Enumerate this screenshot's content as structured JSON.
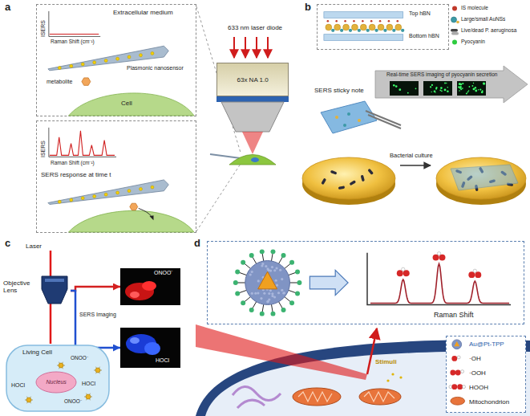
{
  "diagram": {
    "nodes": [
      {
        "text": [
          "ISERS",
          "Raman Shift (cm⁻¹)",
          "Extracellular medium",
          "Plasmonic nanosensor",
          "metabolite",
          "Cell"
        ]
      },
      {
        "text": [
          "ISERS",
          "Raman Shift (cm⁻¹)",
          "SERS response at time t"
        ]
      },
      {
        "text": [
          "63x NA 1.0"
        ]
      },
      {
        "text": [
          "Top hBN",
          "Bottom hBN"
        ]
      },
      {
        "text": [
          "Real-time SERS imaging of pyocyanin secretion"
        ]
      },
      {
        "text": [
          "Objective Lens"
        ]
      },
      {
        "text": [
          "ONOO⁻"
        ]
      },
      {
        "text": [
          "HOCl"
        ]
      },
      {
        "text": [
          "Living Cell",
          "ONOO⁻",
          "HOCl",
          "HOCl",
          "ONOO⁻"
        ]
      },
      {
        "text": [
          "Nucleus"
        ],
        "in": 8
      },
      {
        "text": [
          "Raman Shift"
        ]
      },
      {
        "text": [
          "Au@Pt-TPP",
          "·OH",
          "·OOH",
          "HOOH",
          "Mitochondrion"
        ]
      }
    ],
    "edges": [
      {
        "from": 5,
        "to": 6,
        "arrow": "to"
      },
      {
        "from": 5,
        "to": 7,
        "arrow": "to"
      }
    ],
    "labels": [
      "a",
      "633 nm laser diode",
      "b",
      "SERS sticky note",
      "Bacterial culture",
      "c",
      "Laser",
      "SERS Imaging",
      "d",
      "Stimuli"
    ],
    "legend": [
      {
        "text": "IS molecule",
        "color": "#c0392b"
      },
      {
        "text": "Large/small AuNSs"
      },
      {
        "text": "Live/dead P. aeruginosa"
      },
      {
        "text": "Pyocyanin",
        "color": "#2ecc40"
      }
    ]
  }
}
